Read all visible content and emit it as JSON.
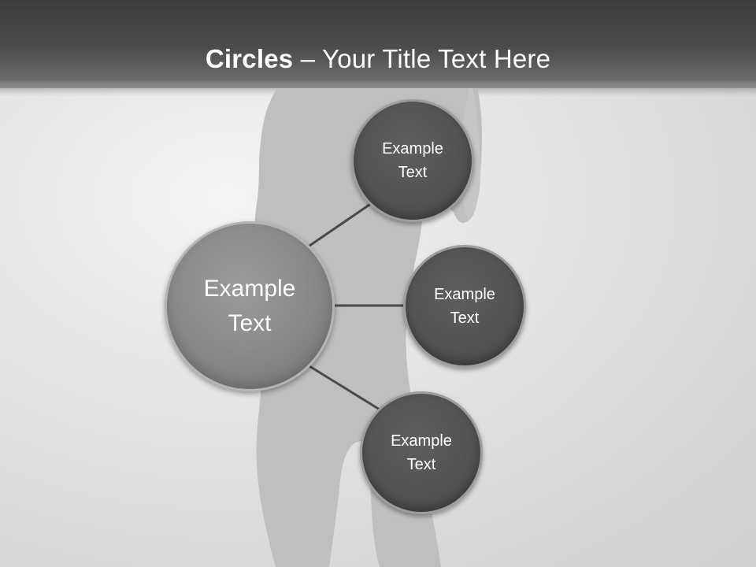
{
  "slide": {
    "title_bold": "Circles",
    "title_rest": " – Your Title Text Here"
  },
  "diagram": {
    "center": {
      "text": "Example\nText"
    },
    "satellites": [
      {
        "text": "Example\nText"
      },
      {
        "text": "Example\nText"
      },
      {
        "text": "Example\nText"
      }
    ]
  },
  "colors": {
    "title_bar": "#3c3c3c",
    "center_circle": "#8c8c8c",
    "satellite_circle": "#555555",
    "connector": "#4a4a4a",
    "silhouette": "#bdbdbd"
  }
}
